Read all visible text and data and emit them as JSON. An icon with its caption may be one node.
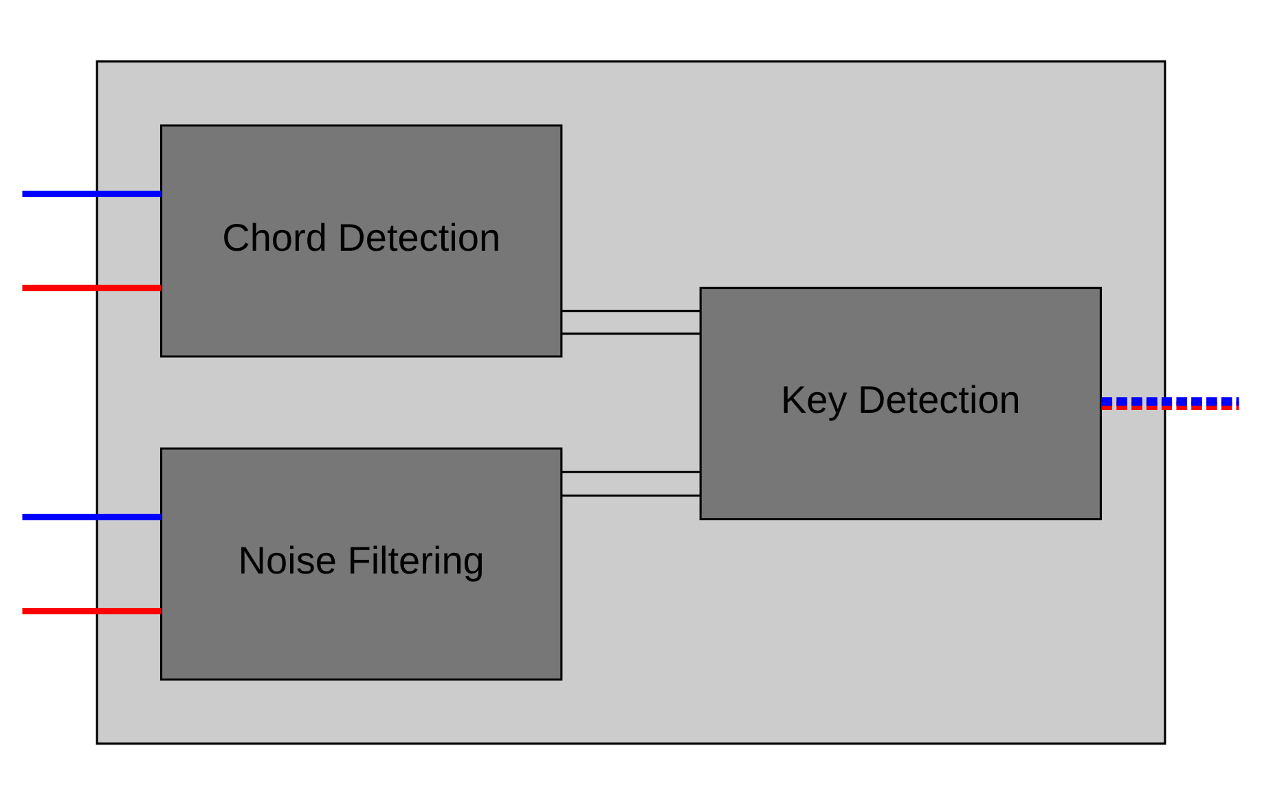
{
  "diagram": {
    "nodes": [
      {
        "text": [],
        "shape": "box"
      },
      {
        "text": [
          "Chord Detection"
        ],
        "in": 0
      },
      {
        "text": [
          "Noise Filtering"
        ],
        "in": 0
      },
      {
        "text": [
          "Key Detection"
        ],
        "in": 0
      }
    ],
    "edges": [
      {
        "from": null,
        "to": 1,
        "arrow": "none",
        "color": "#0000ff"
      },
      {
        "from": null,
        "to": 1,
        "arrow": "none",
        "color": "#ff0000"
      },
      {
        "from": null,
        "to": 2,
        "arrow": "none",
        "color": "#0000ff"
      },
      {
        "from": null,
        "to": 2,
        "arrow": "none",
        "color": "#ff0000"
      },
      {
        "from": 1,
        "to": 3,
        "arrow": "none"
      },
      {
        "from": 1,
        "to": 3,
        "arrow": "none"
      },
      {
        "from": 2,
        "to": 3,
        "arrow": "none"
      },
      {
        "from": 2,
        "to": 3,
        "arrow": "none"
      },
      {
        "from": 3,
        "to": null,
        "arrow": "none",
        "style": "dashed",
        "color": "#ff0000"
      }
    ]
  }
}
